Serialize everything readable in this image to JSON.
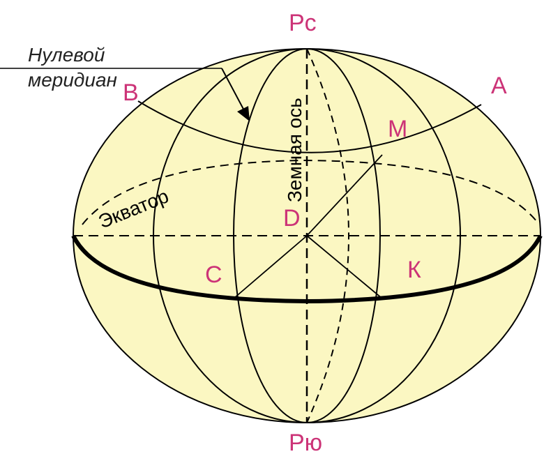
{
  "labels": {
    "north_pole": "Рс",
    "south_pole": "Рю",
    "prime_meridian_line1": "Нулевой",
    "prime_meridian_line2": "меридиан",
    "earth_axis": "Земная ось",
    "equator": "Экватор",
    "point_a": "А",
    "point_b": "В",
    "point_m": "М",
    "point_d": "D",
    "point_c": "С",
    "point_k": "К"
  },
  "colors": {
    "sphere_fill": "#fbf7c2",
    "line": "#000000",
    "point_label": "#cc3377"
  }
}
